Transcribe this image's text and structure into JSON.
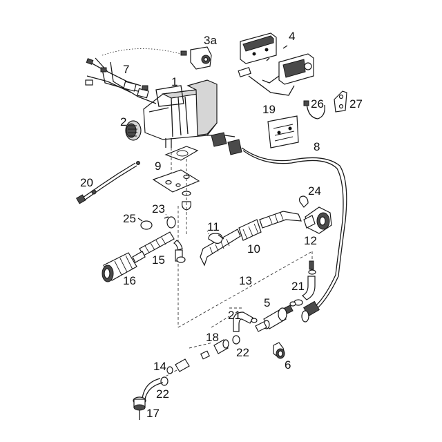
{
  "labels": {
    "p1": "1",
    "p2": "2",
    "p3a": "3a",
    "p4": "4",
    "p5": "5",
    "p6": "6",
    "p7": "7",
    "p8": "8",
    "p9": "9",
    "p10": "10",
    "p11": "11",
    "p12": "12",
    "p13": "13",
    "p14": "14",
    "p15": "15",
    "p16": "16",
    "p17": "17",
    "p18": "18",
    "p19": "19",
    "p20": "20",
    "p21a": "21",
    "p21b": "21",
    "p22a": "22",
    "p22b": "22",
    "p23": "23",
    "p24": "24",
    "p25": "25",
    "p26": "26",
    "p27": "27"
  },
  "colors": {
    "line": "#1a1a1a",
    "part_fill_light": "#d6d6d6",
    "part_fill_dark": "#4a4a4a",
    "background": "#ffffff"
  }
}
